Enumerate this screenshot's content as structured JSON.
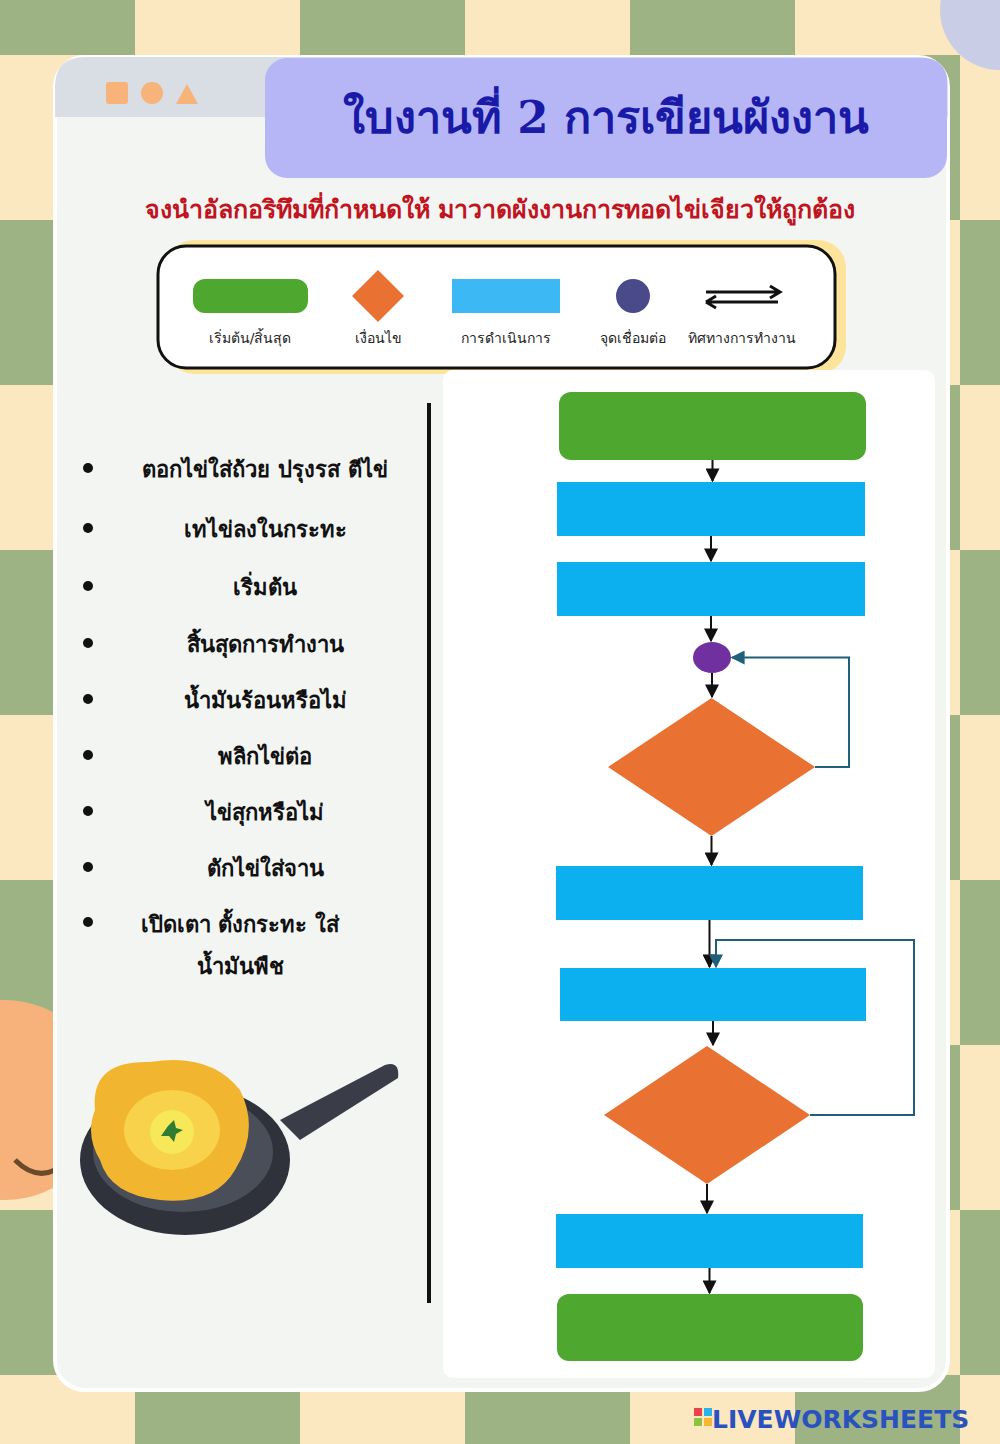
{
  "diagram": {
    "title": "ใบงานที่ 2 การเขียนผังงาน",
    "nodes": [
      {
        "text": []
      },
      {
        "text": []
      },
      {
        "text": []
      },
      {
        "text": []
      },
      {
        "text": []
      },
      {
        "text": []
      },
      {
        "text": []
      },
      {
        "text": []
      },
      {
        "text": []
      },
      {
        "text": []
      }
    ],
    "edges": [
      {
        "from": 0,
        "to": 1,
        "arrow": "to"
      },
      {
        "from": 1,
        "to": 2,
        "arrow": "to"
      },
      {
        "from": 2,
        "to": 3,
        "arrow": "to"
      },
      {
        "from": 3,
        "to": 4,
        "arrow": "to"
      },
      {
        "from": 4,
        "to": 3,
        "arrow": "to"
      },
      {
        "from": 4,
        "to": 5,
        "arrow": "to"
      },
      {
        "from": 5,
        "to": 6,
        "arrow": "to"
      },
      {
        "from": 6,
        "to": 7,
        "arrow": "to"
      },
      {
        "from": 7,
        "to": 6,
        "arrow": "to"
      },
      {
        "from": 7,
        "to": 8,
        "arrow": "to"
      },
      {
        "from": 8,
        "to": 9,
        "arrow": "to"
      }
    ],
    "labels": [
      "จงนำอัลกอริทึมที่กำหนดให้ มาวาดผังงานการทอดไข่เจียวให้ถูกต้อง",
      "ตอกไข่ใส่ถ้วย ปรุงรส ตีไข่",
      "เทไข่ลงในกระทะ",
      "เริ่มต้น",
      "สิ้นสุดการทำงาน",
      "น้ำมันร้อนหรือไม่",
      "พลิกไข่ต่อ",
      "ไข่สุกหรือไม่",
      "ตักไข่ใส่จาน",
      "เปิดเตา ตั้งกระทะ ใส่ น้ำมันพืช",
      "LIVEWORKSHEETS"
    ],
    "legend": [
      {
        "text": "เริ่มต้น/สิ้นสุด",
        "color": "#4ea72e"
      },
      {
        "text": "เงื่อนไข",
        "color": "#e97132"
      },
      {
        "text": "การดำเนินการ",
        "color": "#3cb8f5"
      },
      {
        "text": "จุดเชื่อมต่อ",
        "color": "#4a4a8a"
      },
      {
        "text": "ทิศทางการทำงาน"
      }
    ]
  }
}
